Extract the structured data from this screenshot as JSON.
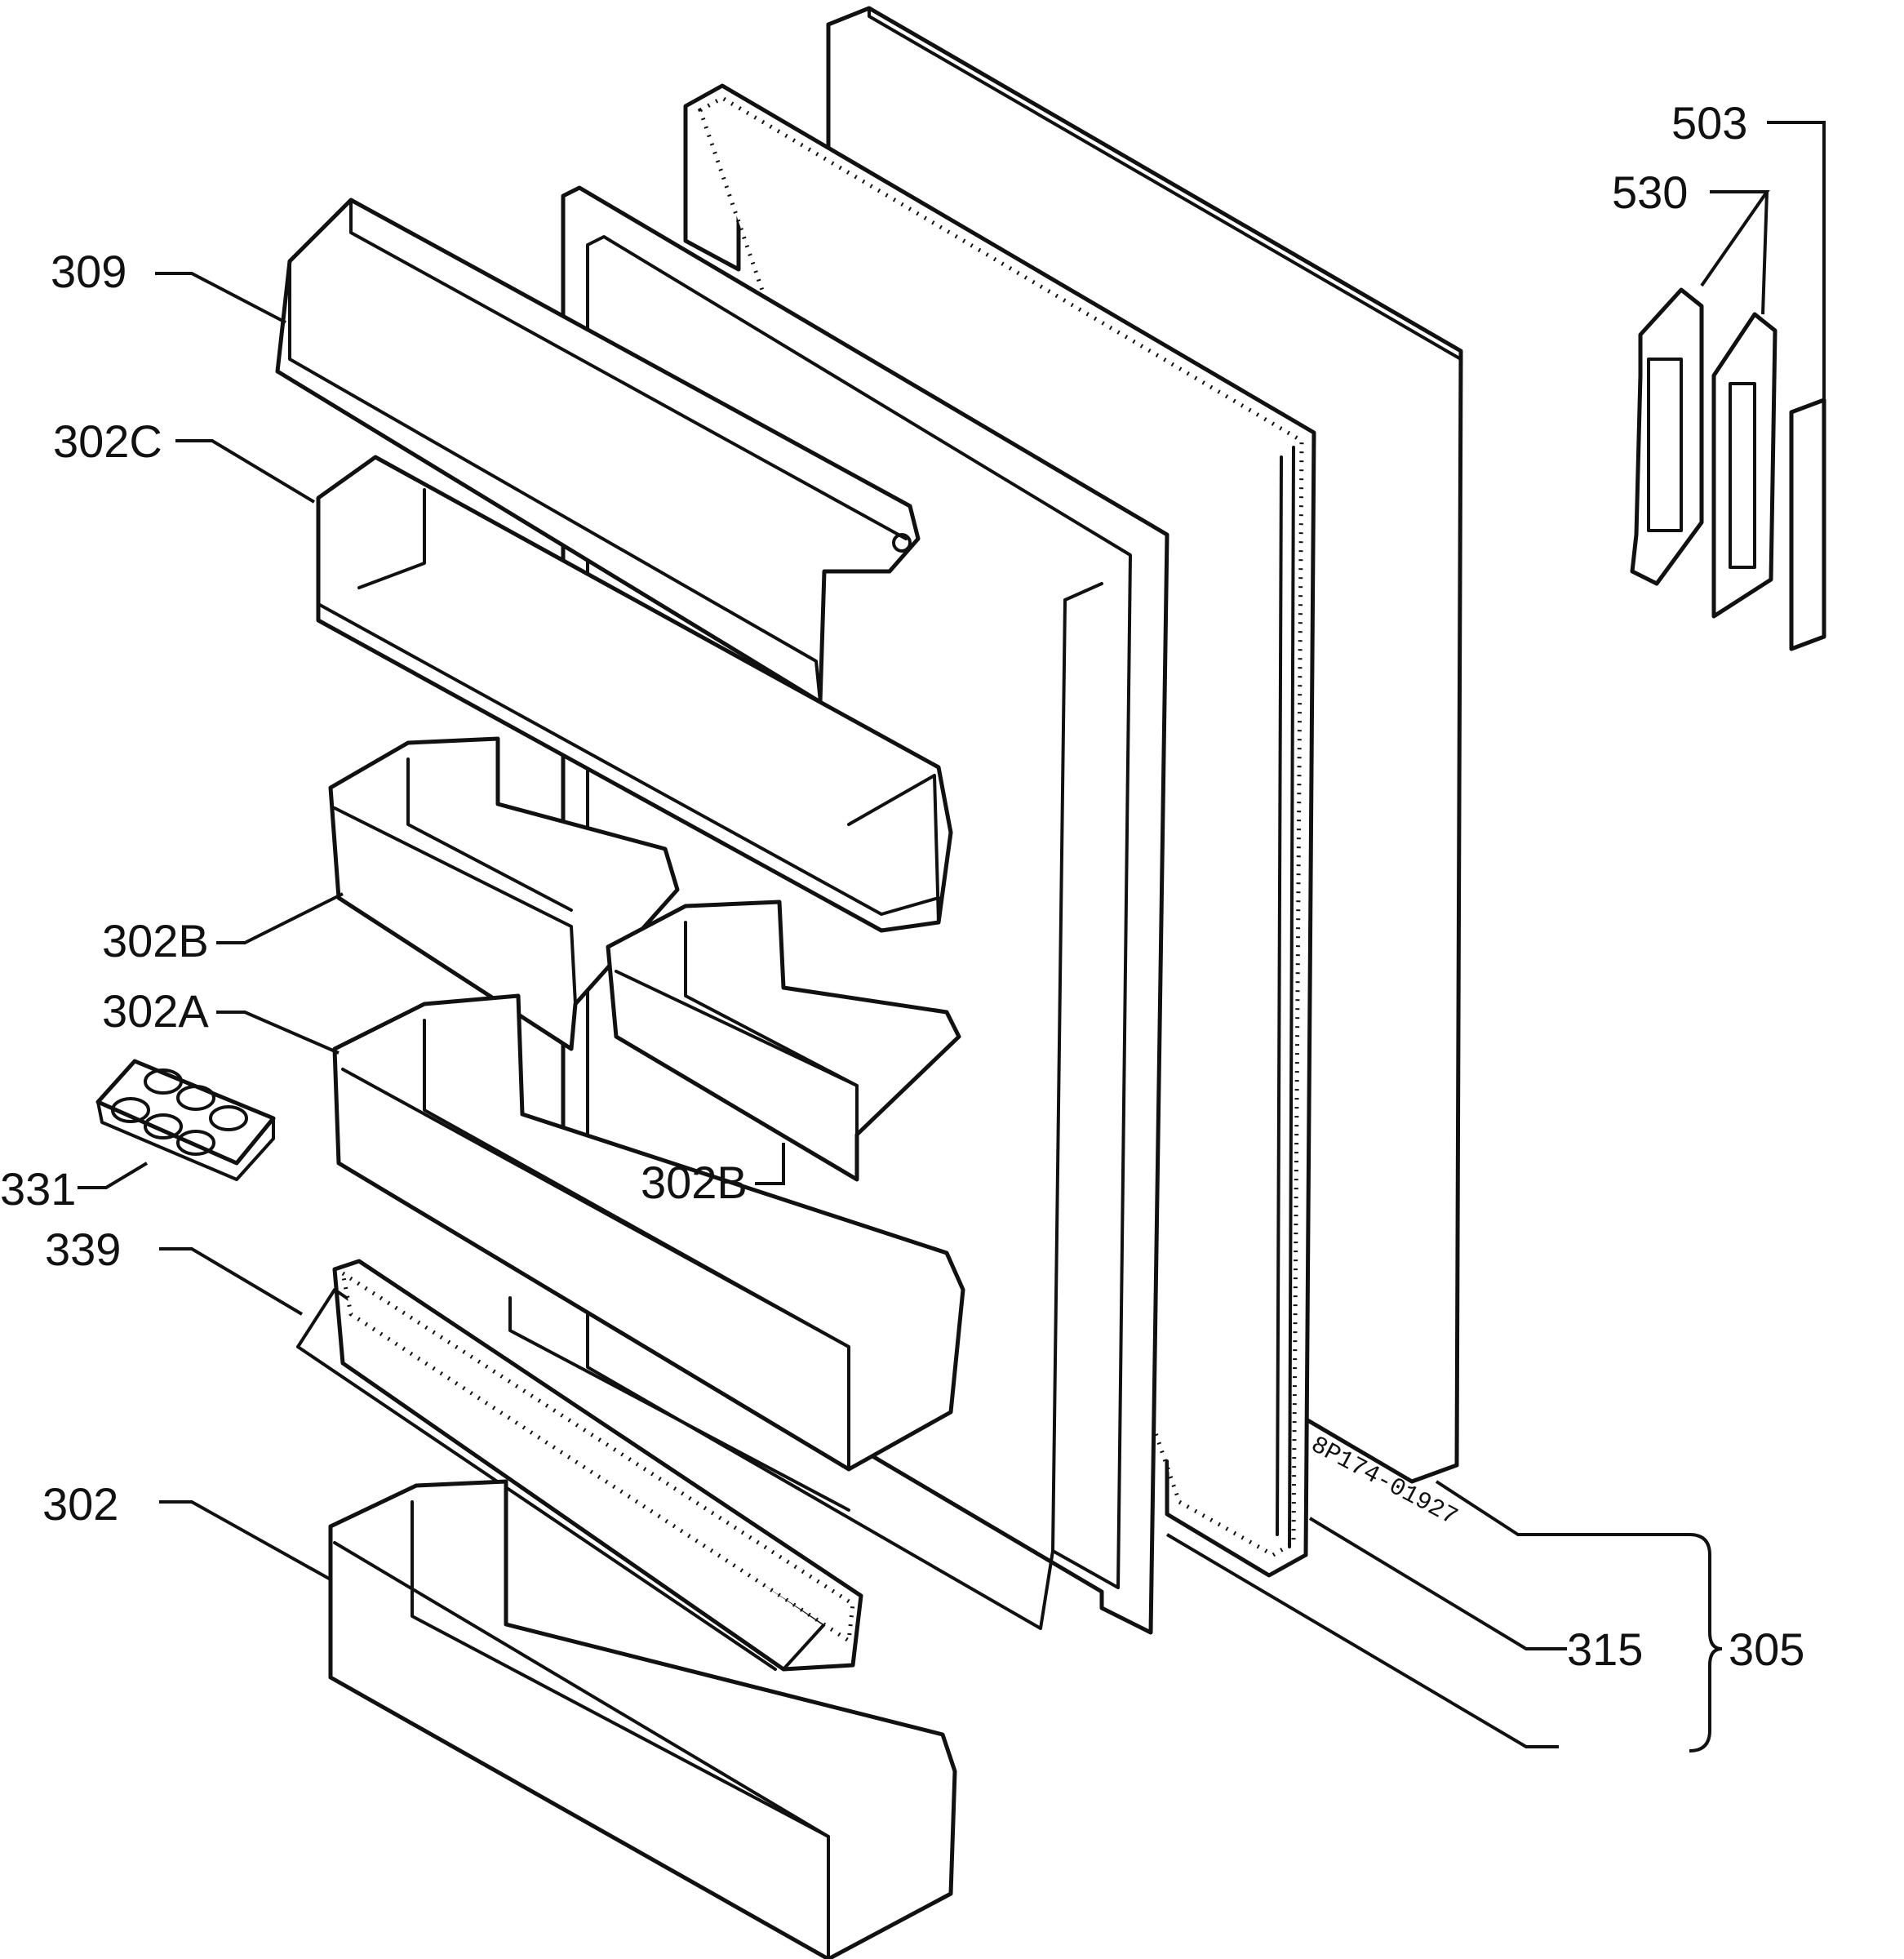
{
  "labels": {
    "l309": "309",
    "l302C": "302C",
    "l302B_left": "302B",
    "l302A": "302A",
    "l331": "331",
    "l339": "339",
    "l302": "302",
    "l302B_right": "302B",
    "l503": "503",
    "l530": "530",
    "l315": "315",
    "l305": "305"
  },
  "drawing_ref": "8P174-01927"
}
